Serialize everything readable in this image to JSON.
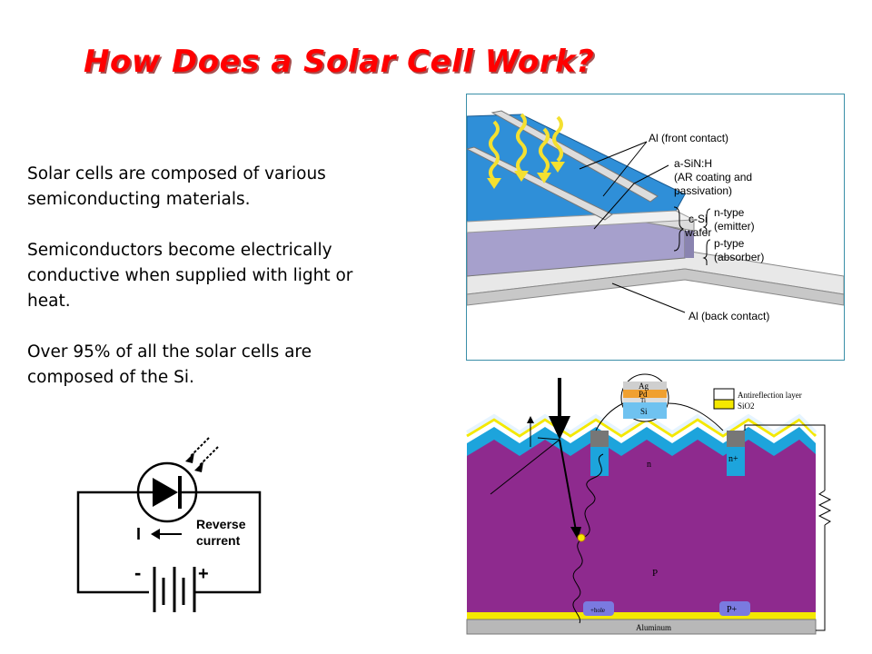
{
  "title": "How Does a Solar Cell Work?",
  "paragraphs": [
    "Solar cells are composed of various semiconducting materials.",
    "Semiconductors become electrically conductive when supplied with light or heat.",
    "Over 95% of all the solar cells are composed of the Si."
  ],
  "top_diagram": {
    "labels": {
      "front_contact": "Al (front contact)",
      "asin_1": "a-SiN:H",
      "asin_2": "(AR coating and",
      "asin_3": "passivation)",
      "csi_1": "c-Si",
      "csi_2": "wafer",
      "ntype_1": "n-type",
      "ntype_2": "(emitter)",
      "ptype_1": "p-type",
      "ptype_2": "(absorber)",
      "back_contact": "Al (back contact)"
    }
  },
  "bottom_diagram": {
    "labels": {
      "ag": "Ag",
      "pd": "Pd",
      "ti": "Ti",
      "si": "Si",
      "legend_ar": "Antireflection layer",
      "legend_sio2": "SiO2",
      "n": "n",
      "nplus": "n+",
      "p": "P",
      "pplus": "P+",
      "hole": "+hole",
      "aluminum": "Aluminum"
    }
  },
  "circuit": {
    "current_label": "I",
    "reverse_1": "Reverse",
    "reverse_2": "current",
    "minus": "-",
    "plus": "+"
  }
}
